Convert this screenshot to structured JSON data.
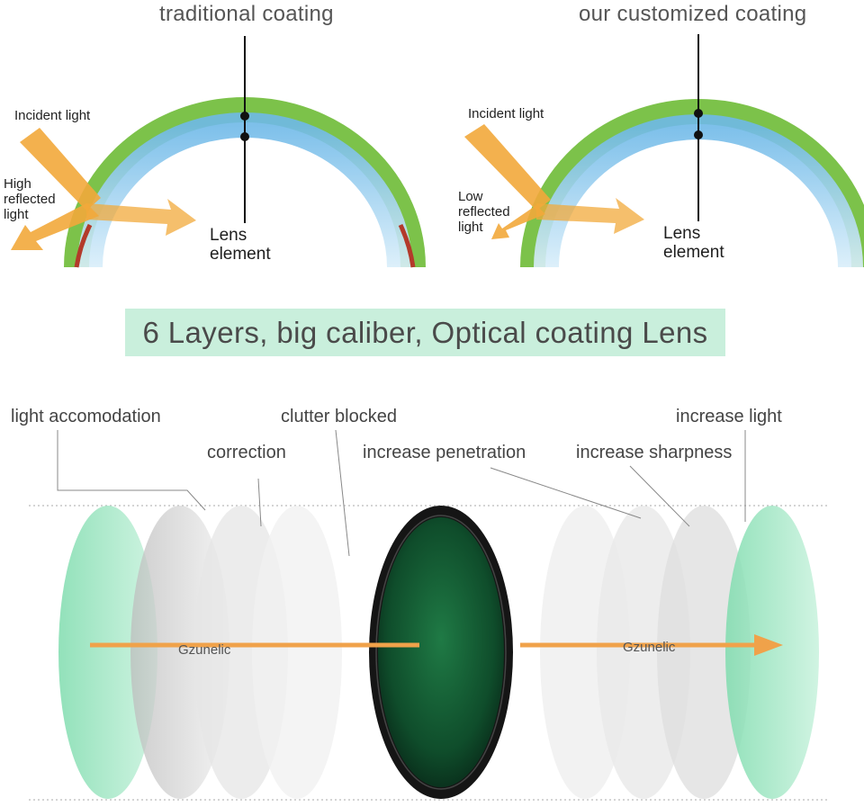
{
  "top": {
    "left": {
      "heading": "traditional coating",
      "incident": "Incident light",
      "reflected": [
        "High",
        "reflected",
        "light"
      ],
      "lens": [
        "Lens",
        "element"
      ]
    },
    "right": {
      "heading": "our customized coating",
      "incident": "Incident light",
      "reflected": [
        "Low",
        "reflected",
        "light"
      ],
      "lens": [
        "Lens",
        "element"
      ]
    }
  },
  "banner": {
    "text": "6 Layers, big caliber, Optical coating Lens"
  },
  "layers": {
    "labels": {
      "light_accomodation": "light accomodation",
      "correction": "correction",
      "clutter_blocked": "clutter blocked",
      "increase_penetration": "increase penetration",
      "increase_sharpness": "increase sharpness",
      "increase_light": "increase light"
    },
    "brand_left": "Gzunelic",
    "brand_right": "Gzunelic"
  },
  "colors": {
    "coating_green": "#7cc24a",
    "lens_blue": "#7fc3ea",
    "arrow_orange": "#f2a93b",
    "banner_bg": "#c9efdc",
    "layer_green": "#8fe0b8",
    "filter_glass": "#0d4a2a"
  }
}
